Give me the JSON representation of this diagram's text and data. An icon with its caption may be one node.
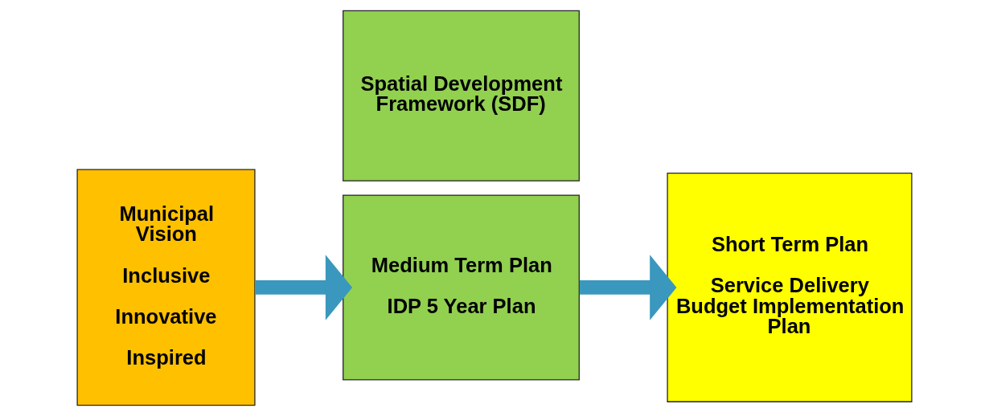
{
  "diagram": {
    "nodes": [
      {
        "text": [
          "Municipal Vision",
          "Inclusive",
          "Innovative",
          "Inspired"
        ]
      },
      {
        "text": [
          "Medium Term Plan",
          "IDP 5 Year Plan"
        ]
      },
      {
        "text": [
          "Spatial Development Framework (SDF)"
        ]
      },
      {
        "text": [
          "Short Term Plan",
          "Service Delivery Budget Implementation Plan"
        ]
      }
    ],
    "edges": [
      {
        "from": 0,
        "to": 1,
        "arrow": "to"
      },
      {
        "from": 1,
        "to": 3,
        "arrow": "to"
      }
    ]
  }
}
